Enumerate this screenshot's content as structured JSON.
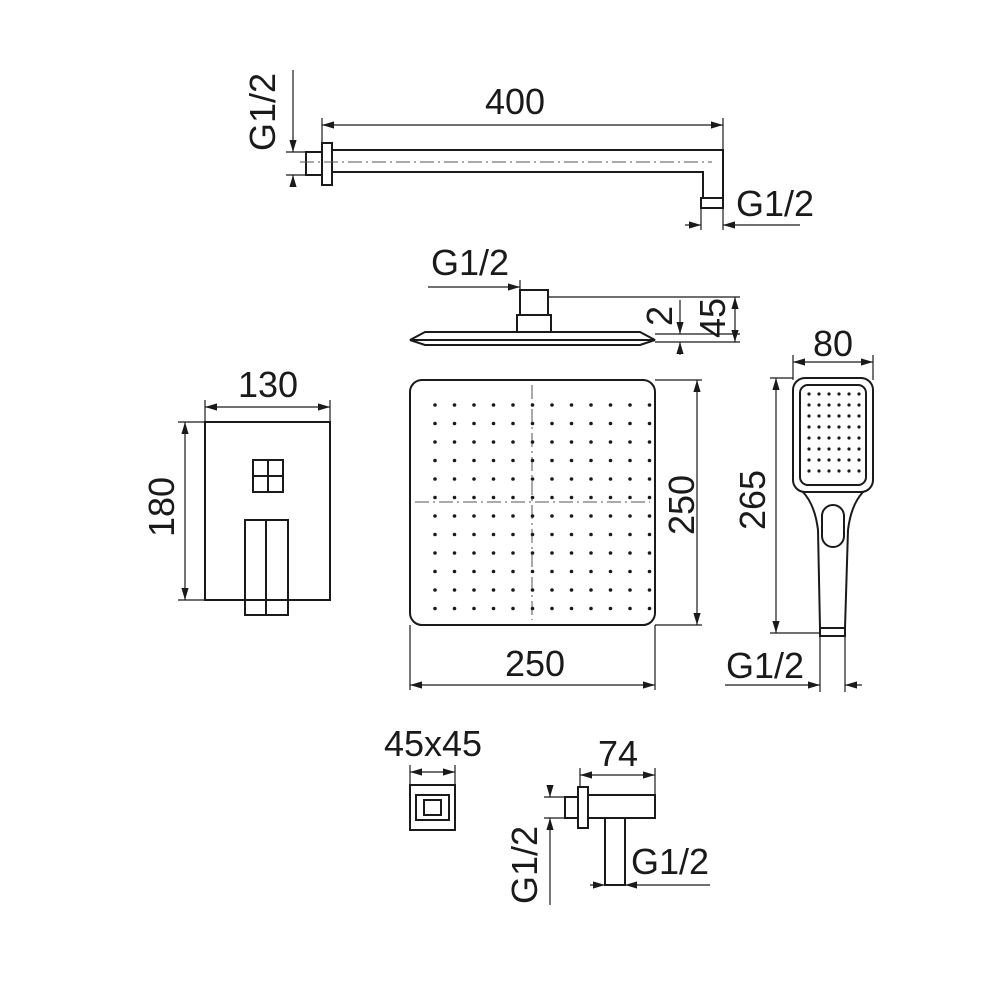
{
  "colors": {
    "line": "#1a1a1a",
    "background": "#ffffff"
  },
  "shower_arm": {
    "length": "400",
    "thread_wall": "G1/2",
    "thread_outlet": "G1/2"
  },
  "shower_head_side": {
    "thread": "G1/2",
    "plate_thickness": "2",
    "height": "45"
  },
  "shower_head_top": {
    "width": "250",
    "depth": "250"
  },
  "mixer": {
    "width": "130",
    "height": "180"
  },
  "hand_shower": {
    "width": "80",
    "length": "265",
    "thread": "G1/2"
  },
  "wall_outlet_cover": {
    "size": "45x45"
  },
  "wall_outlet": {
    "length": "74",
    "thread_outlet": "G1/2",
    "thread_wall": "G1/2"
  }
}
